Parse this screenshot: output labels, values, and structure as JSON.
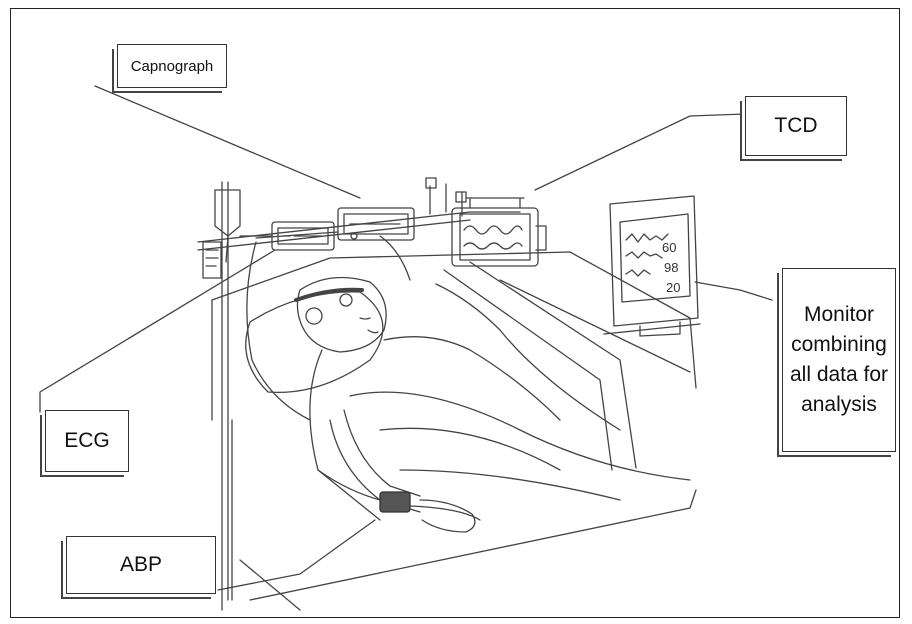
{
  "labels": {
    "capnograph": "Capnograph",
    "tcd": "TCD",
    "ecg": "ECG",
    "abp": "ABP",
    "monitor": "Monitor combining all data for analysis"
  },
  "monitor_screen": {
    "values": [
      "60",
      "98",
      "20"
    ]
  },
  "colors": {
    "ink": "#333333",
    "background": "#ffffff"
  }
}
